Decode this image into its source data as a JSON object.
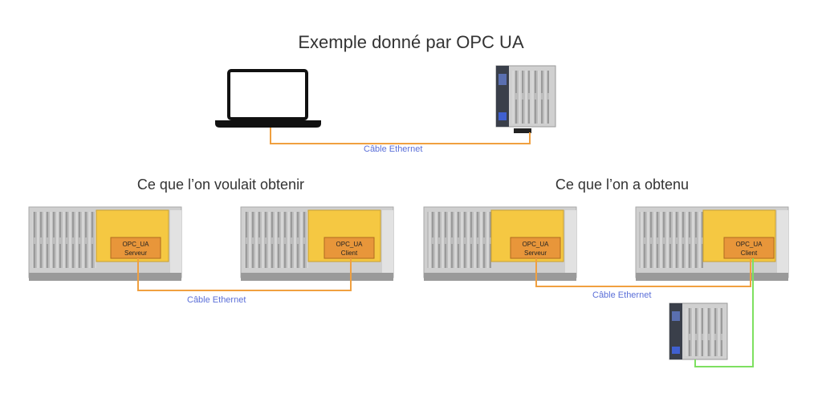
{
  "diagram": {
    "main_title": "Exemple donné par OPC UA",
    "left_title": "Ce que l’on voulait obtenir",
    "right_title": "Ce que l’on a obtenu",
    "cable_label": "Câble Ethernet",
    "opc_label": "OPC_UA",
    "role_server": "Serveur",
    "role_client": "Client"
  },
  "colors": {
    "ethernet_cable": "#f0a040",
    "green_cable": "#7ee060",
    "yellow_panel": "#f5c842",
    "orange_box": "#e8963a"
  }
}
